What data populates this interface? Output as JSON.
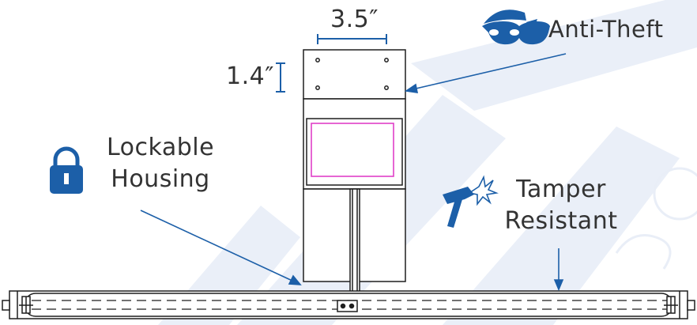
{
  "dimensions": {
    "width": "3.5″",
    "height": "1.4″"
  },
  "features": {
    "anti_theft": {
      "label": "Anti-Theft",
      "icon": "burglar-mask-icon"
    },
    "lockable": {
      "line1": "Lockable",
      "line2": "Housing",
      "icon": "padlock-icon"
    },
    "tamper": {
      "line1": "Tamper",
      "line2": "Resistant",
      "icon": "hammer-strike-icon"
    }
  },
  "colors": {
    "line": "#1f1f1f",
    "accent_blue": "#1c5fa8",
    "screen_magenta": "#e040c8",
    "watermark": "#e9eef7",
    "text": "#333333"
  }
}
